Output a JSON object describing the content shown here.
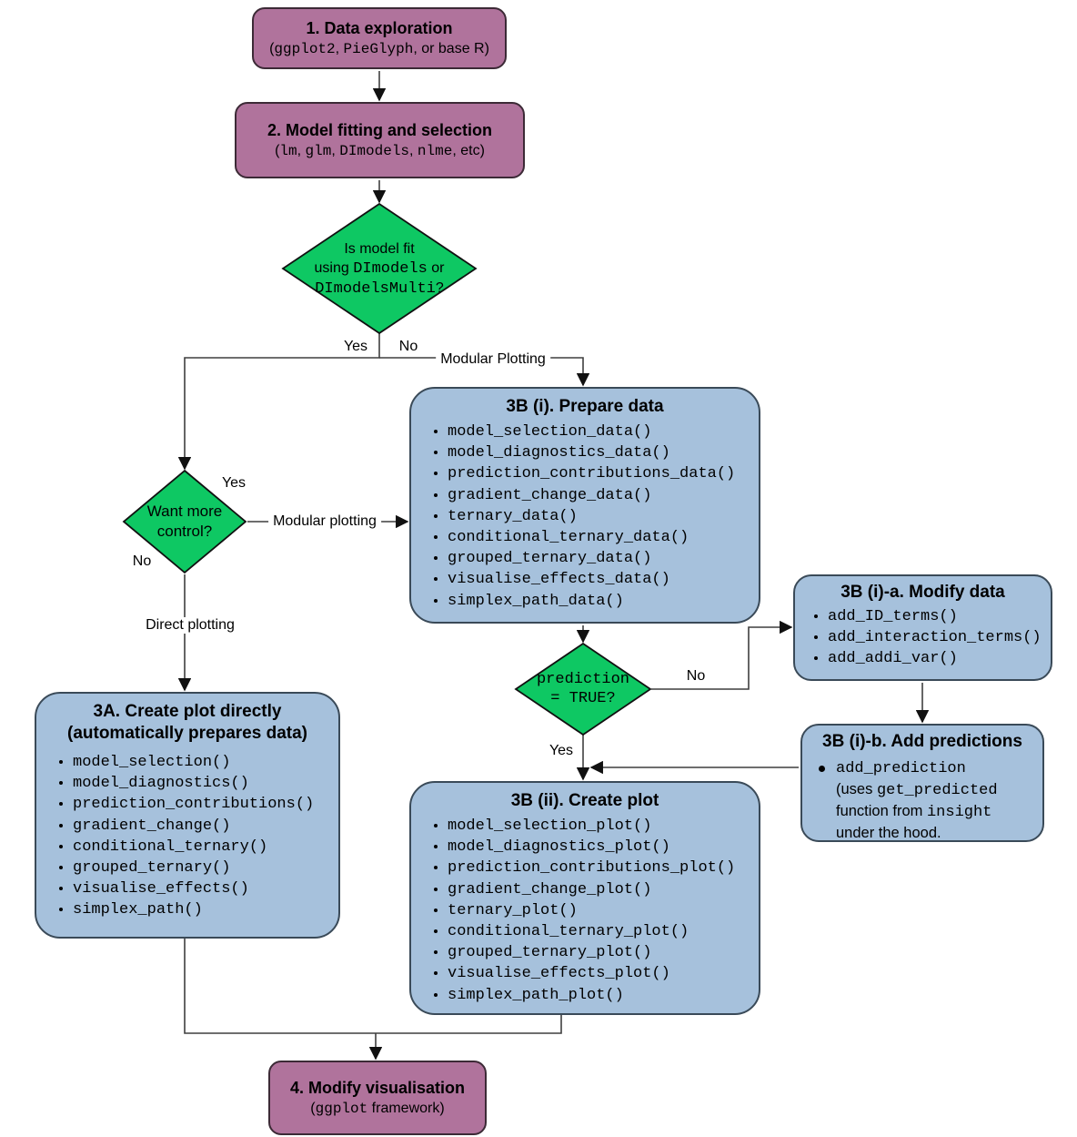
{
  "palette": {
    "purple_fill": "#b0739c",
    "green_fill": "#0ec863",
    "blue_fill": "#a6c1dc",
    "purple_border": "#3c2a36",
    "blue_border": "#3a4a58",
    "green_border": "#111111",
    "line_color": "#3f3f3f",
    "background": "#ffffff"
  },
  "nodes": {
    "step1": {
      "title": "1. Data exploration",
      "sub": [
        "(",
        "ggplot2",
        ", ",
        "PieGlyph",
        ", or base R)"
      ]
    },
    "step2": {
      "title": "2. Model fitting and selection",
      "sub": [
        "(",
        "lm",
        ", ",
        "glm",
        ", ",
        "DImodels",
        ", ",
        "nlme",
        ", etc)"
      ]
    },
    "decision1": {
      "line1": "Is model fit",
      "line2": [
        "using ",
        "DImodels",
        " or"
      ],
      "line3": [
        "DImodelsMulti",
        "?"
      ]
    },
    "decision2": {
      "line1": "Want more",
      "line2": "control?"
    },
    "decision3": {
      "line1": "prediction",
      "line2": "= TRUE?"
    },
    "step3a": {
      "title1": "3A. Create plot directly",
      "title2": "(automatically prepares data)",
      "items": [
        "model_selection()",
        "model_diagnostics()",
        "prediction_contributions()",
        "gradient_change()",
        "conditional_ternary()",
        "grouped_ternary()",
        "visualise_effects()",
        "simplex_path()"
      ]
    },
    "step3b_i": {
      "title": "3B (i). Prepare data",
      "items": [
        "model_selection_data()",
        "model_diagnostics_data()",
        "prediction_contributions_data()",
        "gradient_change_data()",
        "ternary_data()",
        "conditional_ternary_data()",
        "grouped_ternary_data()",
        "visualise_effects_data()",
        "simplex_path_data()"
      ]
    },
    "step3b_i_a": {
      "title": "3B (i)-a. Modify data",
      "items": [
        "add_ID_terms()",
        "add_interaction_terms()",
        "add_addi_var()"
      ]
    },
    "step3b_i_b": {
      "title": "3B (i)-b. Add predictions",
      "bullet": {
        "fn": "add_prediction",
        "uses": "(uses ",
        "fn2": "get_predicted",
        "from": "function from ",
        "pkg": "insight",
        "tail": "under the hood."
      }
    },
    "step3b_ii": {
      "title": "3B (ii). Create plot",
      "items": [
        "model_selection_plot()",
        "model_diagnostics_plot()",
        "prediction_contributions_plot()",
        "gradient_change_plot()",
        "ternary_plot()",
        "conditional_ternary_plot()",
        "grouped_ternary_plot()",
        "visualise_effects_plot()",
        "simplex_path_plot()"
      ]
    },
    "step4": {
      "title": "4. Modify visualisation",
      "sub": [
        "(",
        "ggplot",
        " framework)"
      ]
    }
  },
  "edge_labels": {
    "yes1": "Yes",
    "no1": "No",
    "modular_plotting_top": "Modular Plotting",
    "yes2": "Yes",
    "no2": "No",
    "modular_plotting_left": "Modular plotting",
    "direct_plotting": "Direct plotting",
    "no3": "No",
    "yes3": "Yes"
  }
}
